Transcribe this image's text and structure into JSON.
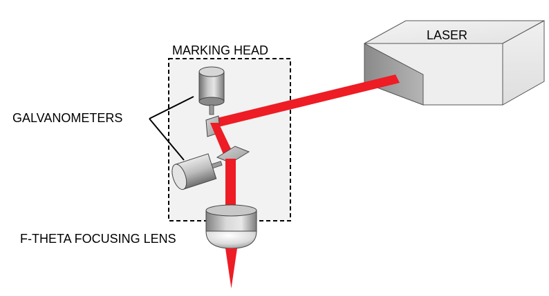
{
  "labels": {
    "laser": "LASER",
    "marking_head": "MARKING HEAD",
    "galvanometers": "GALVANOMETERS",
    "lens": "F-THETA FOCUSING LENS"
  },
  "colors": {
    "beam": "#ee1c25",
    "head_fill": "#f2f2f2",
    "outline": "#000000"
  },
  "icons": [
    "laser-box",
    "galvanometer-motor",
    "mirror",
    "lens"
  ]
}
